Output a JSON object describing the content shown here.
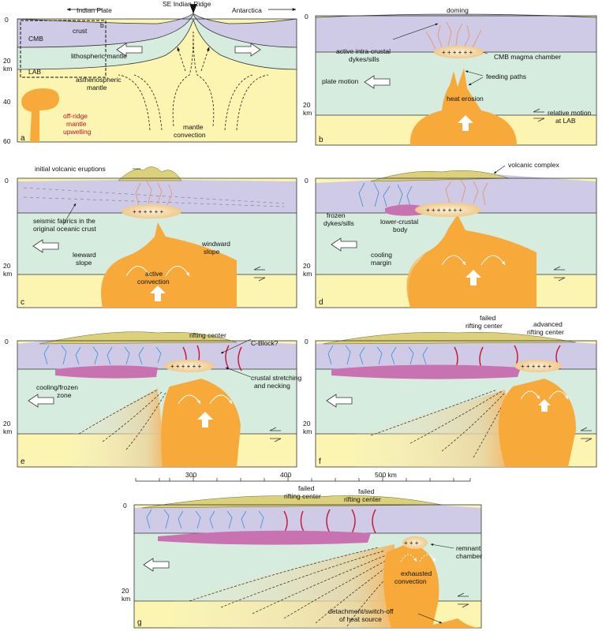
{
  "colors": {
    "crust": "#cfcbe6",
    "lithosphere": "#d6ecdf",
    "asthenosphere": "#fbf5b1",
    "magma": "#f7a93a",
    "lower_crust_body": "#c872b2",
    "chamber": "#f6e8c4",
    "volcanic": "#ddd07a",
    "frozen_dikes": "#3a8fd6",
    "active_dikes": "#e49772",
    "faults": "#c8102e"
  },
  "panel_a": {
    "letter": "a",
    "indian_plate": "Indian Plate",
    "ridge": "SE Indian Ridge",
    "antarctica": "Antarctica",
    "crust": "crust",
    "cmb": "CMB",
    "lith_mantle": "lithospheric mantle",
    "lab": "LAB",
    "asth_mantle_1": "asthenospheric",
    "asth_mantle_2": "mantle",
    "offridge_1": "off-ridge",
    "offridge_2": "mantle",
    "offridge_3": "upwelling",
    "convection_1": "mantle",
    "convection_2": "convection",
    "inset_b": "b",
    "tick_0": "0",
    "tick_20": "20",
    "tick_km": "km",
    "tick_40": "40",
    "tick_60": "60"
  },
  "panel_b": {
    "letter": "b",
    "doming": "doming",
    "dykes_1": "active intra-crustal",
    "dykes_2": "dykes/sills",
    "cmb_chamber": "CMB magma chamber",
    "feeding": "feeding paths",
    "plate_motion": "plate motion",
    "heat_erosion": "heat erosion",
    "relative": "relative motion",
    "at_lab": "at LAB",
    "tick_0": "0",
    "tick_20": "20",
    "tick_km": "km"
  },
  "panel_c": {
    "letter": "c",
    "initial": "initial volcanic eruptions",
    "fabrics_1": "seismic fabrics in the",
    "fabrics_2": "original oceanic crust",
    "leeward_1": "leeward",
    "leeward_2": "slope",
    "windward_1": "windward",
    "windward_2": "slope",
    "active_1": "active",
    "active_2": "convection",
    "tick_0": "0",
    "tick_20": "20",
    "tick_km": "km"
  },
  "panel_d": {
    "letter": "d",
    "volcanic_complex": "volcanic complex",
    "frozen_1": "frozen",
    "frozen_2": "dykes/sills",
    "lower_1": "lower-crustal",
    "lower_2": "body",
    "cooling_1": "cooling",
    "cooling_2": "margin",
    "tick_0": "0",
    "tick_20": "20",
    "tick_km": "km"
  },
  "panel_e": {
    "letter": "e",
    "rifting": "rifting center",
    "cblock": "C-Block?",
    "stretching_1": "crustal stretching",
    "stretching_2": "and necking",
    "cooling_1": "cooling/frozen",
    "cooling_2": "zone",
    "tick_0": "0",
    "tick_20": "20",
    "tick_km": "km"
  },
  "panel_f": {
    "letter": "f",
    "failed_1": "failed",
    "failed_2": "rifting center",
    "advanced_1": "advanced",
    "advanced_2": "rifting center",
    "tick_0": "0",
    "tick_20": "20",
    "tick_km": "km"
  },
  "panel_g": {
    "letter": "g",
    "scale_300": "300",
    "scale_400": "400",
    "scale_500": "500 km",
    "failed1_1": "failed",
    "failed1_2": "rifting center",
    "failed2_1": "failed",
    "failed2_2": "rifting center",
    "remnant_1": "remnant",
    "remnant_2": "chamber",
    "exhausted_1": "exhausted",
    "exhausted_2": "convection",
    "detach_1": "detachment/switch-off",
    "detach_2": "of heat source",
    "tick_0": "0",
    "tick_20": "20",
    "tick_km": "km"
  }
}
